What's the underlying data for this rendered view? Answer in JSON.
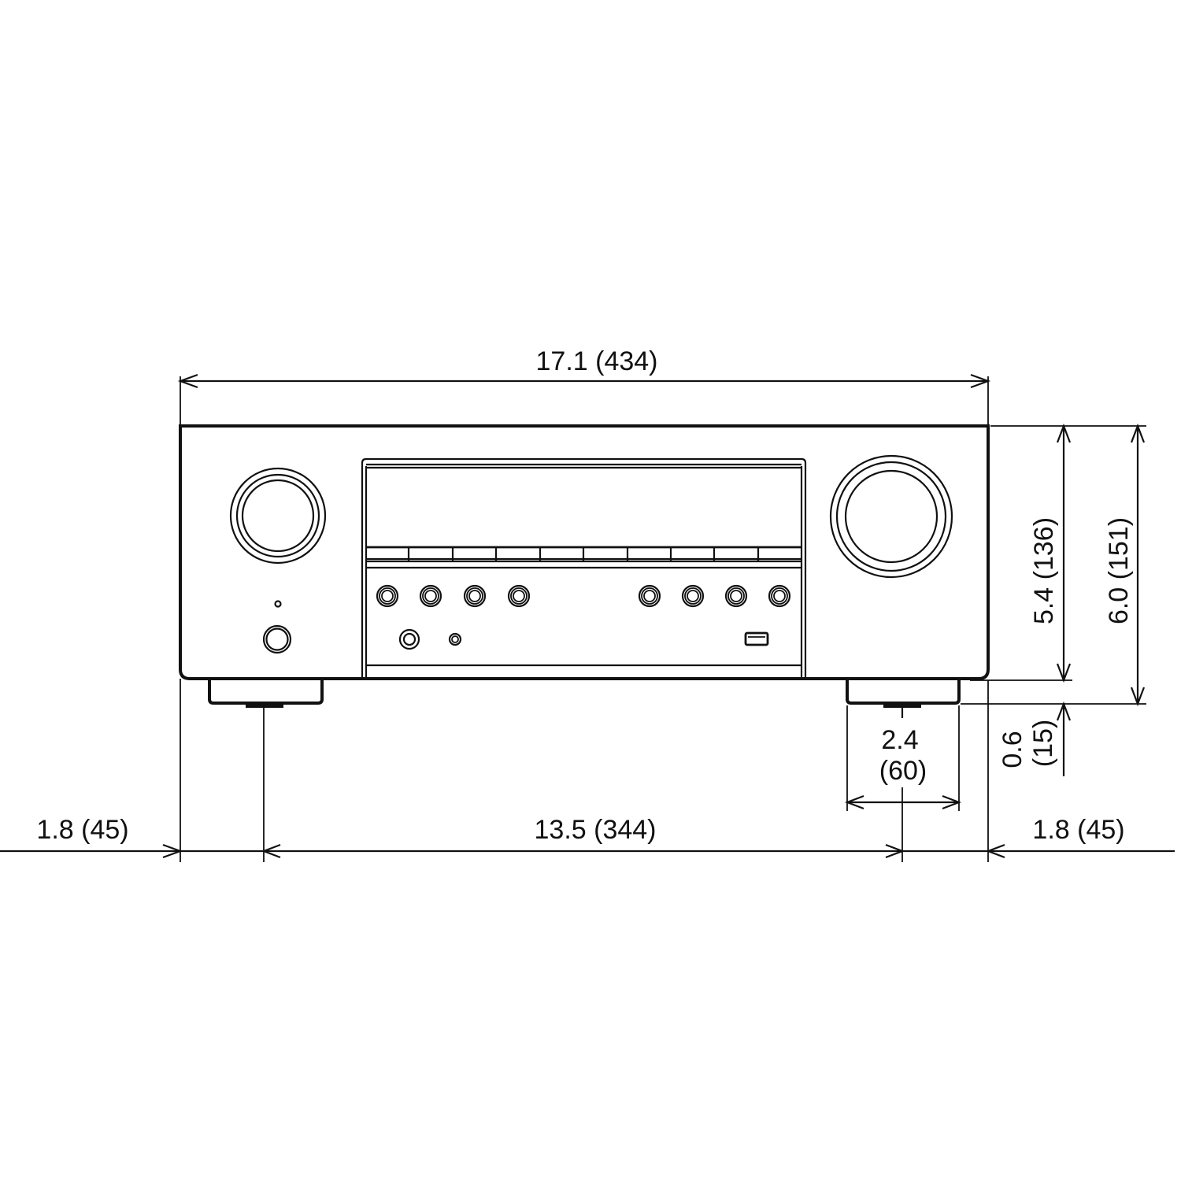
{
  "diagram": {
    "type": "dimension-drawing",
    "subject": "AV receiver front view",
    "units_note": "inches (millimeters)",
    "line_color": "#111111",
    "background": "#ffffff"
  },
  "dimensions": {
    "overall_width": {
      "label": "17.1 (434)",
      "in": 17.1,
      "mm": 434
    },
    "body_height": {
      "label": "5.4 (136)",
      "in": 5.4,
      "mm": 136
    },
    "overall_height": {
      "label": "6.0 (151)",
      "in": 6.0,
      "mm": 151
    },
    "foot_height": {
      "label_in": "0.6",
      "label_mm": "(15)",
      "in": 0.6,
      "mm": 15
    },
    "foot_width": {
      "label_in": "2.4",
      "label_mm": "(60)",
      "in": 2.4,
      "mm": 60
    },
    "foot_spacing": {
      "label": "13.5 (344)",
      "in": 13.5,
      "mm": 344
    },
    "left_offset": {
      "label": "1.8 (45)",
      "in": 1.8,
      "mm": 45
    },
    "right_offset": {
      "label": "1.8 (45)",
      "in": 1.8,
      "mm": 45
    }
  },
  "front_panel": {
    "knobs": [
      {
        "name": "input-selector-knob",
        "position": "left"
      },
      {
        "name": "volume-knob",
        "position": "right"
      }
    ],
    "button_row_left_count": 4,
    "button_row_right_count": 4,
    "display_segments": 10,
    "jacks": [
      "power-button",
      "status-led",
      "headphone-jack",
      "mic-jack",
      "usb-port"
    ]
  }
}
